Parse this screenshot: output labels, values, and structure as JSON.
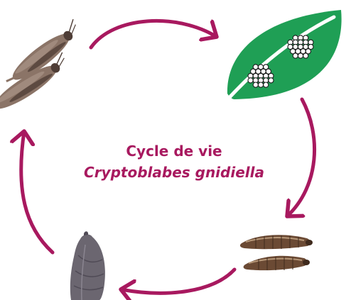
{
  "title": {
    "line1": "Cycle de vie",
    "line2": "Cryptoblabes gnidiella"
  },
  "stages": [
    "adult-moths",
    "eggs-on-leaf",
    "larvae",
    "pupa"
  ],
  "colors": {
    "arrow": "#a8195f",
    "title": "#a8195f",
    "leaf": "#1f9f55",
    "leaf_vein": "#ffffff",
    "egg_fill": "#ffffff",
    "egg_stroke": "#1a1a1a",
    "moth_wing": "#8b7467",
    "moth_dark": "#4e3d36",
    "larva_body": "#6b4a34",
    "larva_light": "#b79879",
    "pupa": "#6b6670"
  }
}
